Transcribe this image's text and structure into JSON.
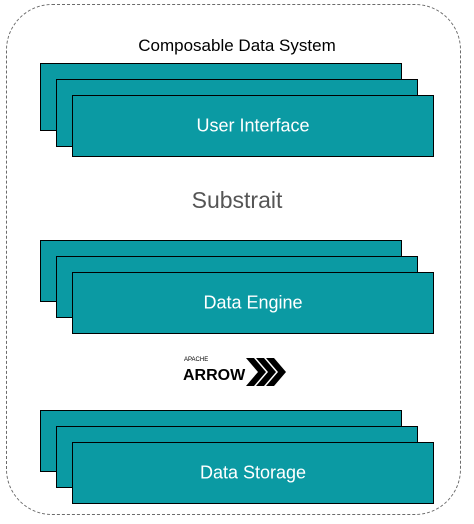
{
  "diagram": {
    "title": "Composable Data System",
    "layers": [
      {
        "label": "User Interface"
      },
      {
        "label": "Data Engine"
      },
      {
        "label": "Data Storage"
      }
    ],
    "connectors": [
      {
        "label": "Substrait"
      }
    ],
    "logo": {
      "small_text": "APACHE",
      "main_text": "ARROW",
      "icon": "arrow-chevrons-icon"
    },
    "colors": {
      "layer_fill": "#0b9aa3",
      "layer_text": "#ffffff",
      "frame_border": "#6b6b6b",
      "connector_text": "#555555"
    }
  }
}
